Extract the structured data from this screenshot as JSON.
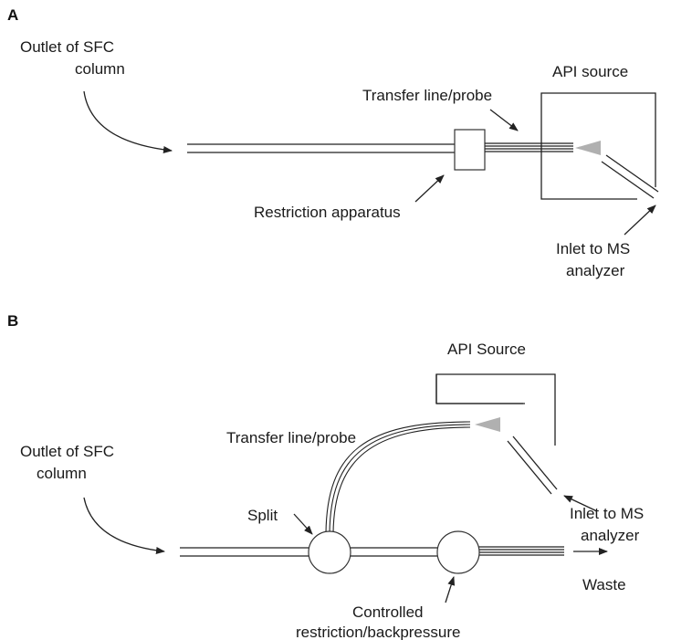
{
  "panel_a": {
    "label": "A",
    "outlet_line1": "Outlet of SFC",
    "outlet_line2": "column",
    "source": "API source",
    "transfer": "Transfer line/probe",
    "restriction": "Restriction apparatus",
    "inlet_line1": "Inlet to MS",
    "inlet_line2": "analyzer"
  },
  "panel_b": {
    "label": "B",
    "source": "API Source",
    "outlet_line1": "Outlet of SFC",
    "outlet_line2": "column",
    "transfer": "Transfer line/probe",
    "split": "Split",
    "inlet_line1": "Inlet to MS",
    "inlet_line2": "analyzer",
    "waste": "Waste",
    "controlled_line1": "Controlled",
    "controlled_line2": "restriction/backpressure"
  },
  "colors": {
    "stroke": "#222222",
    "spray_cone": "#b0b0b0",
    "background": "#ffffff"
  }
}
